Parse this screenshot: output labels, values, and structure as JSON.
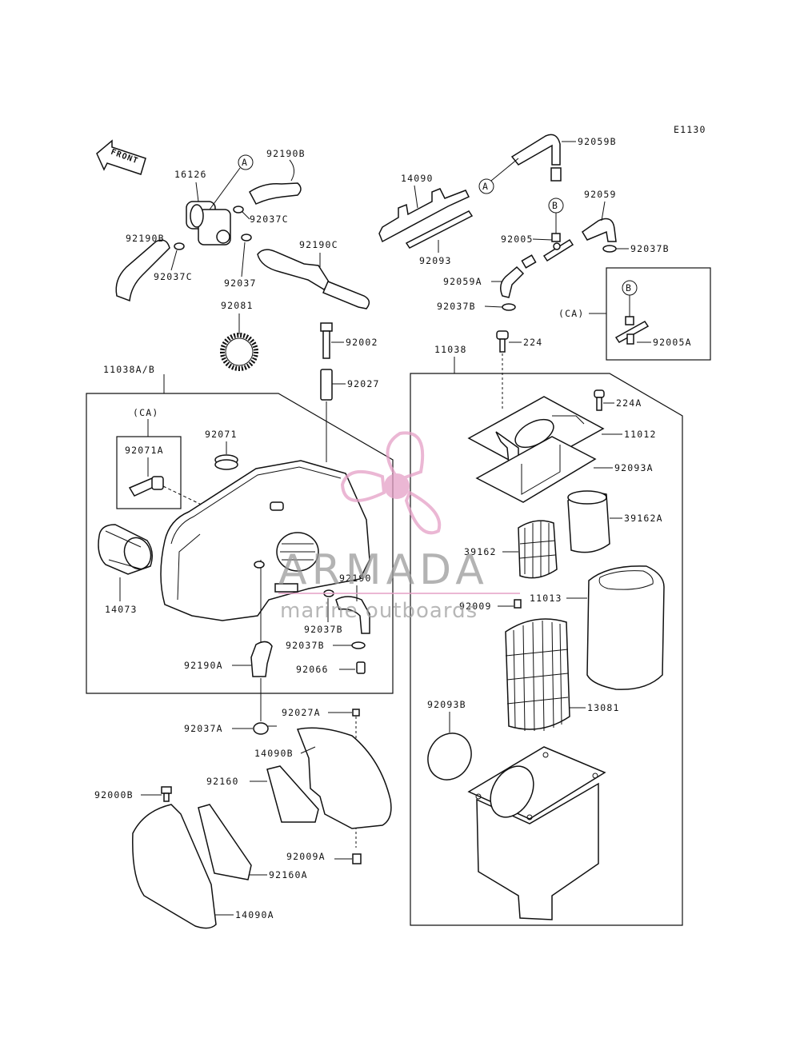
{
  "diagram_code": "E1130",
  "front_arrow_label": "FRONT",
  "watermark": {
    "name": "ARMADA",
    "tagline": "marine outboards",
    "accent": "#e5a0c6"
  },
  "callouts": {
    "A": "A",
    "B": "B"
  },
  "box_titles": {
    "assy_left": "11038A/B",
    "ca_left": "(CA)",
    "assy_right": "11038",
    "ca_right": "(CA)"
  },
  "labels": {
    "p16126": "16126",
    "p92190B_top": "92190B",
    "p92037C_a": "92037C",
    "p92190B_left": "92190B",
    "p92037C_b": "92037C",
    "p92037": "92037",
    "p92190C": "92190C",
    "p92081": "92081",
    "p14090": "14090",
    "p92093": "92093",
    "p92059B": "92059B",
    "p92059": "92059",
    "p92005": "92005",
    "p92037B_top": "92037B",
    "p92059A": "92059A",
    "p92037B_mid": "92037B",
    "p92005A": "92005A",
    "p92002": "92002",
    "p92027": "92027",
    "p224": "224",
    "p224A": "224A",
    "p11012": "11012",
    "p92093A": "92093A",
    "p39162A": "39162A",
    "p39162": "39162",
    "p92009": "92009",
    "p11013": "11013",
    "p13081": "13081",
    "p92093B": "92093B",
    "p92071": "92071",
    "p92071A": "92071A",
    "p14073": "14073",
    "p92190": "92190",
    "p92037B_low": "92037B",
    "p92037B_low2": "92037B",
    "p92066": "92066",
    "p92190A": "92190A",
    "p92037A": "92037A",
    "p92027A": "92027A",
    "p14090B": "14090B",
    "p92160": "92160",
    "p92000B": "92000B",
    "p92009A": "92009A",
    "p92160A": "92160A",
    "p14090A": "14090A"
  }
}
